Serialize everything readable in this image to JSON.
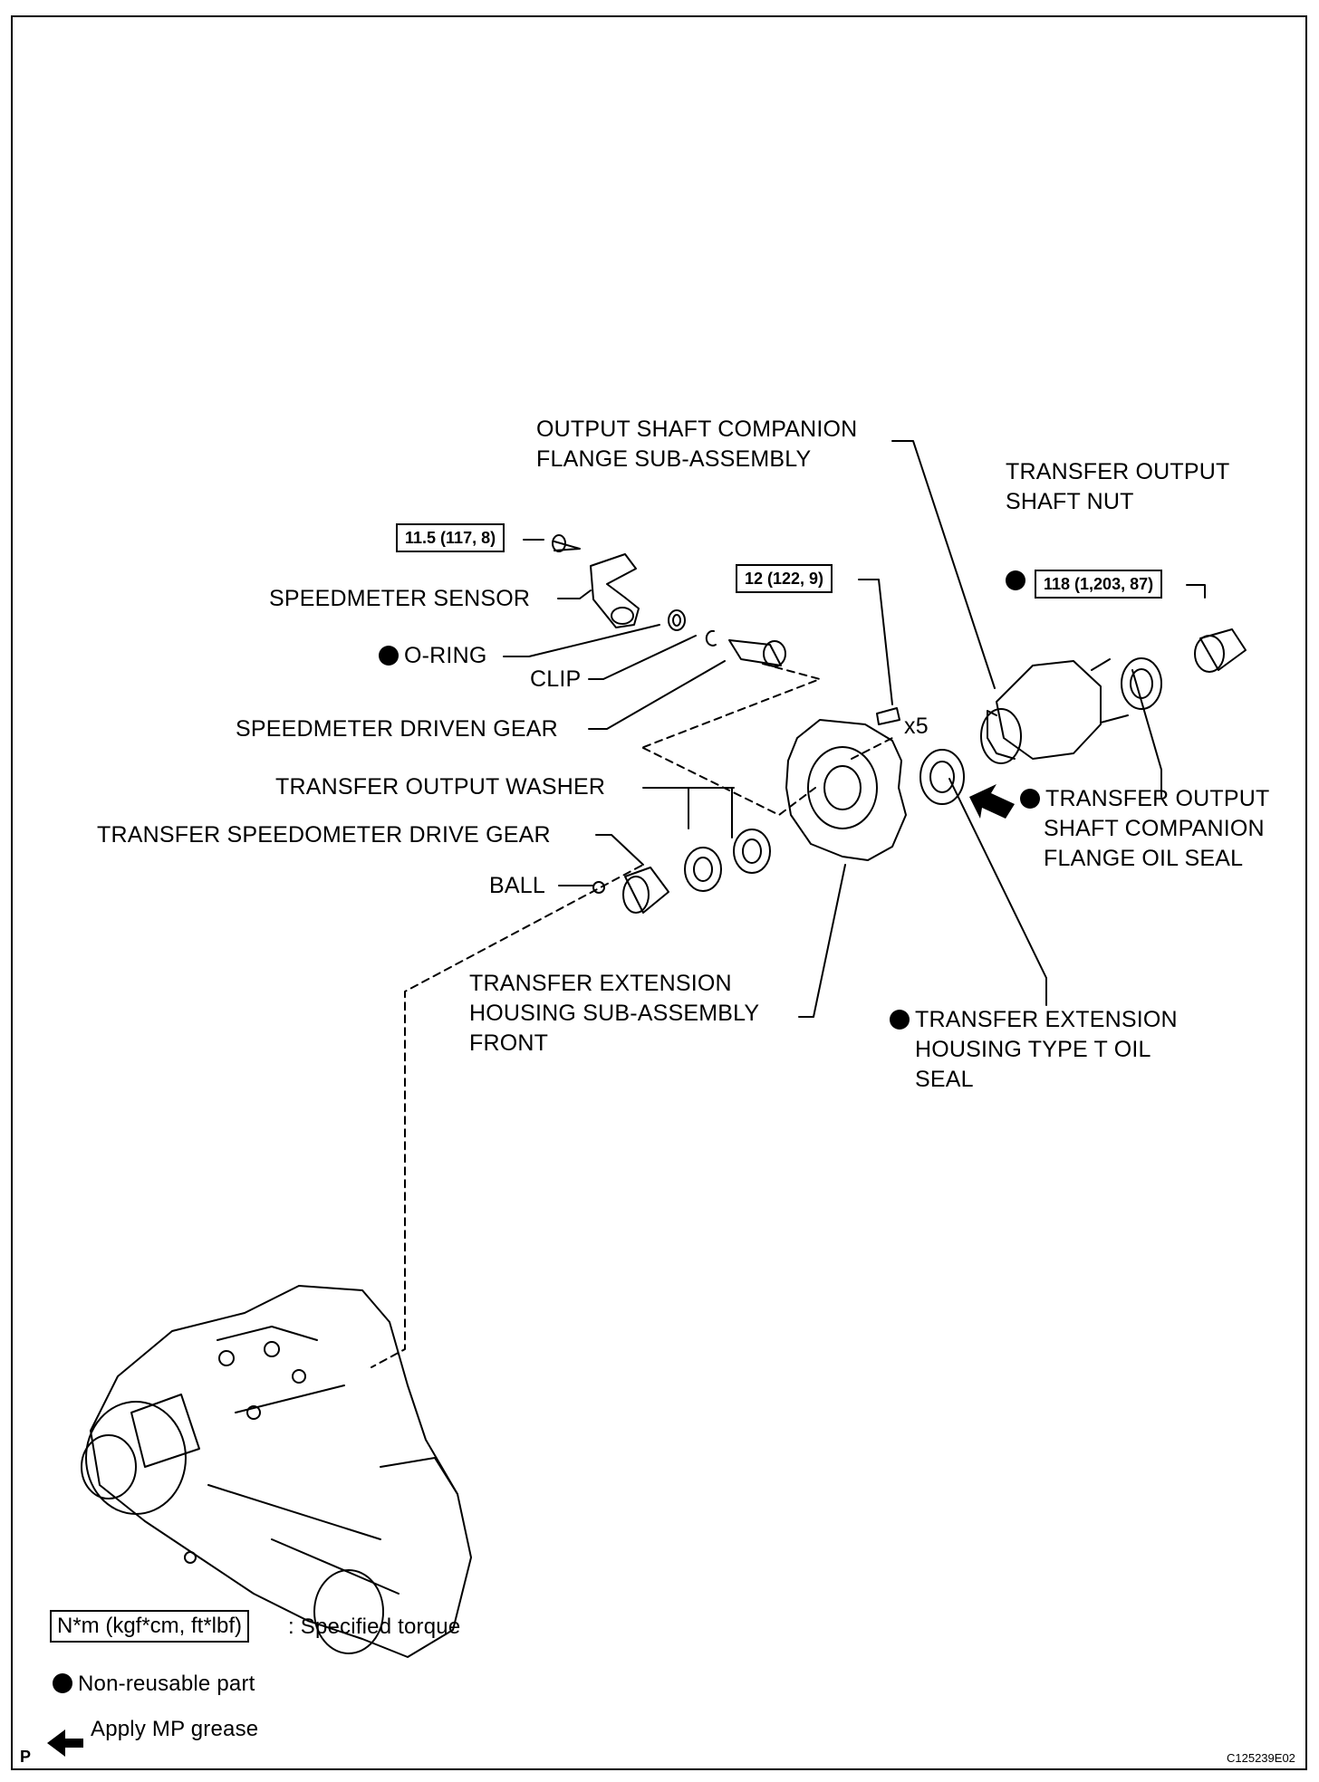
{
  "labels": {
    "companion_flange": [
      "OUTPUT SHAFT COMPANION",
      "FLANGE SUB-ASSEMBLY"
    ],
    "output_shaft_nut": [
      "TRANSFER OUTPUT",
      "SHAFT NUT"
    ],
    "speedmeter_sensor": "SPEEDMETER SENSOR",
    "o_ring": "O-RING",
    "clip": "CLIP",
    "speedmeter_driven_gear": "SPEEDMETER DRIVEN GEAR",
    "output_washer": "TRANSFER OUTPUT WASHER",
    "speedometer_drive_gear": "TRANSFER SPEEDOMETER DRIVE GEAR",
    "ball": "BALL",
    "x5": "x5",
    "flange_oil_seal": [
      "TRANSFER OUTPUT",
      "SHAFT COMPANION",
      "FLANGE OIL SEAL"
    ],
    "extension_housing": [
      "TRANSFER EXTENSION",
      "HOUSING SUB-ASSEMBLY",
      "FRONT"
    ],
    "type_t_oil_seal": [
      "TRANSFER EXTENSION",
      "HOUSING TYPE T OIL",
      "SEAL"
    ]
  },
  "torque": {
    "sensor_bolt": "11.5 (117, 8)",
    "housing_bolt": "12 (122, 9)",
    "shaft_nut": "118 (1,203, 87)"
  },
  "legend": {
    "torque_box": "N*m (kgf*cm, ft*lbf)",
    "torque_text": ": Specified torque",
    "non_reusable": "Non-reusable part",
    "mp_grease": "Apply MP grease"
  },
  "corner": {
    "p_mark": "P",
    "code": "C125239E02"
  },
  "colors": {
    "ink": "#000000",
    "paper": "#ffffff"
  }
}
